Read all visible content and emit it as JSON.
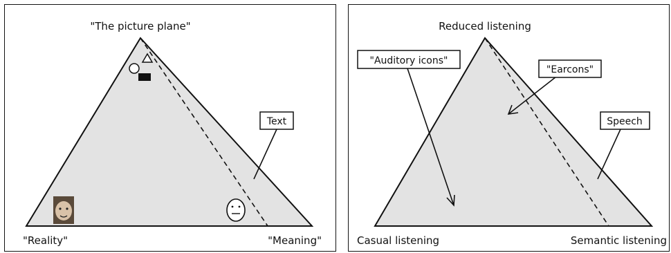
{
  "left_panel": {
    "apex_label": "\"The picture plane\"",
    "left_label": "\"Reality\"",
    "right_label": "\"Meaning\"",
    "callout": "Text"
  },
  "right_panel": {
    "apex_label": "Reduced listening",
    "left_label": "Casual listening",
    "right_label": "Semantic listening",
    "callouts": {
      "auditory": "\"Auditory icons\"",
      "earcons": "\"Earcons\"",
      "speech": "Speech"
    }
  },
  "colors": {
    "triangle_fill": "#e3e3e3",
    "stroke": "#111111"
  }
}
